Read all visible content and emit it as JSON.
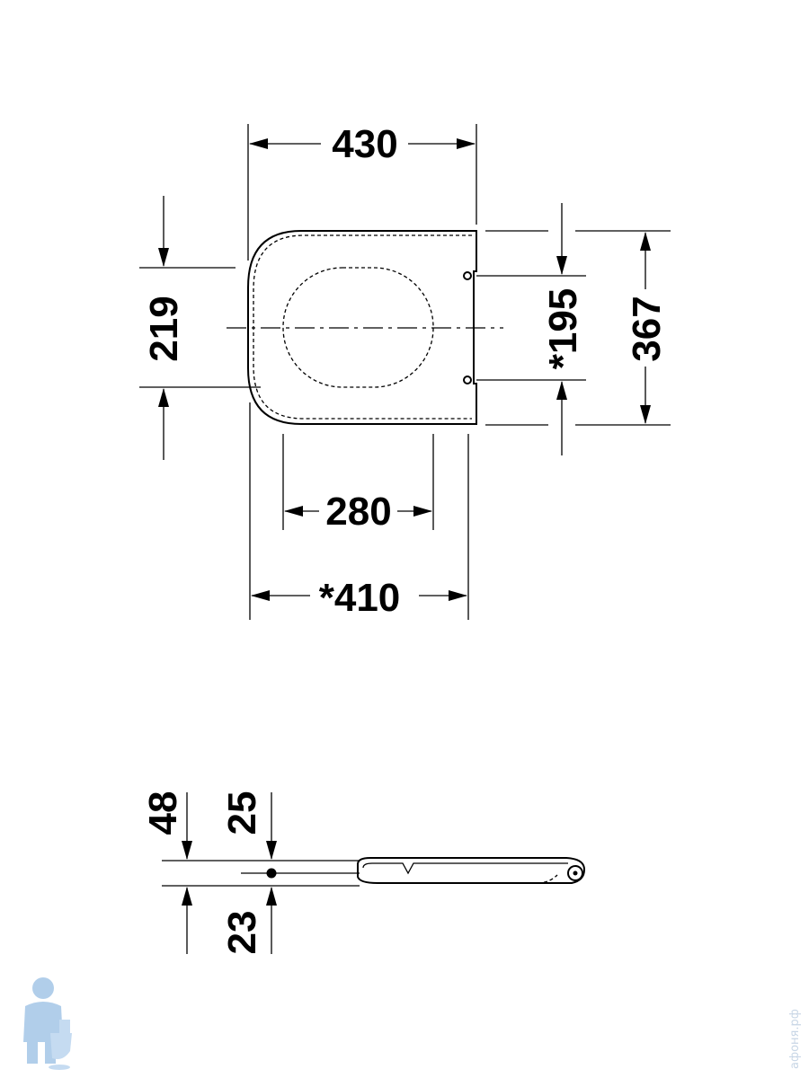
{
  "top_view": {
    "width_top": "430",
    "height_left": "219",
    "hinge_spacing": "*195",
    "depth_right": "367",
    "inner_width": "280",
    "width_bottom": "*410"
  },
  "side_view": {
    "thickness_total": "48",
    "lid_height": "25",
    "seat_height": "23"
  },
  "watermark": {
    "site": "афоня.рф",
    "logo_icon": "plumber-mascot-icon"
  },
  "colors": {
    "line": "#000000",
    "watermark": "#c8d6e6",
    "mascot": "#9ec3e6"
  }
}
